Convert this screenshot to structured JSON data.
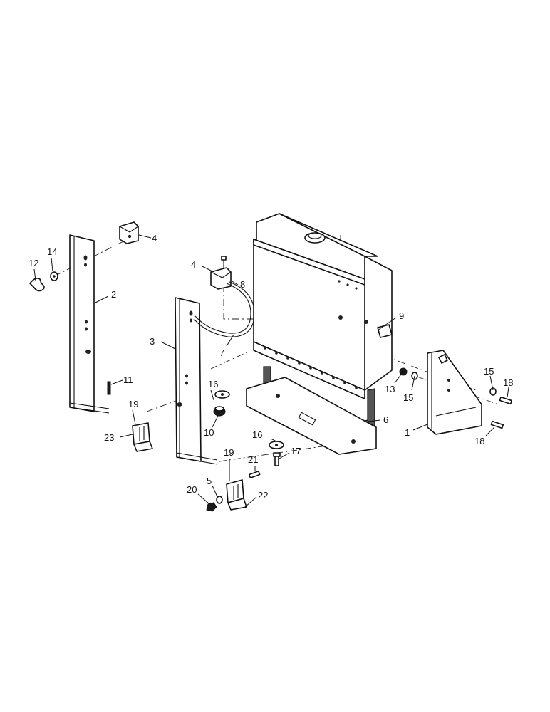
{
  "callouts": {
    "c1": "1",
    "c2": "2",
    "c3": "3",
    "c4a": "4",
    "c4b": "4",
    "c5": "5",
    "c6": "6",
    "c7": "7",
    "c8": "8",
    "c9": "9",
    "c10": "10",
    "c11": "11",
    "c12": "12",
    "c13": "13",
    "c14": "14",
    "c15a": "15",
    "c15b": "15",
    "c16a": "16",
    "c16b": "16",
    "c17": "17",
    "c18a": "18",
    "c18b": "18",
    "c19a": "19",
    "c19b": "19",
    "c20": "20",
    "c21": "21",
    "c22": "22",
    "c23": "23"
  }
}
